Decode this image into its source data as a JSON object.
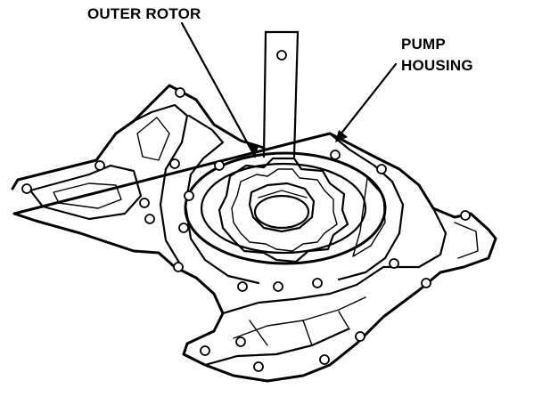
{
  "labels": {
    "outer_rotor": "OUTER ROTOR",
    "pump": "PUMP",
    "housing": "HOUSING"
  },
  "colors": {
    "ink": "#000000",
    "paper": "#ffffff"
  }
}
